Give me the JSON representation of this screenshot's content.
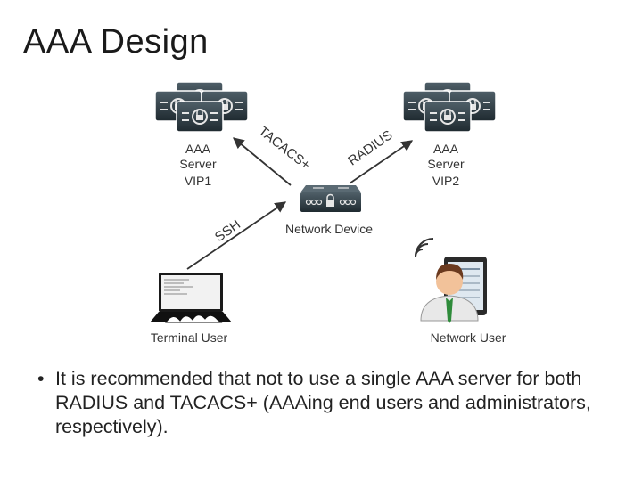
{
  "slide": {
    "title": "AAA Design",
    "bullet": "It is recommended that not to use a single AAA server for both RADIUS and TACACS+ (AAAing end users and administrators, respectively)."
  },
  "diagram": {
    "server1": {
      "line1": "AAA",
      "line2": "Server",
      "line3": "VIP1"
    },
    "server2": {
      "line1": "AAA",
      "line2": "Server",
      "line3": "VIP2"
    },
    "network_device": "Network Device",
    "terminal_user": "Terminal User",
    "network_user": "Network User",
    "protocols": {
      "tacacs": "TACACS+",
      "radius": "RADIUS",
      "ssh": "SSH"
    }
  },
  "icons": [
    "server-cluster-icon",
    "router-icon",
    "laptop-icon",
    "user-person-icon",
    "wifi-icon",
    "tablet-icon",
    "lock-icon"
  ],
  "colors": {
    "server_dark": "#2b3840",
    "arrow": "#333333",
    "shirt": "#e8e8e8",
    "tie": "#2e8b3a",
    "skin": "#f2c29a",
    "hair": "#6b3a1f"
  }
}
